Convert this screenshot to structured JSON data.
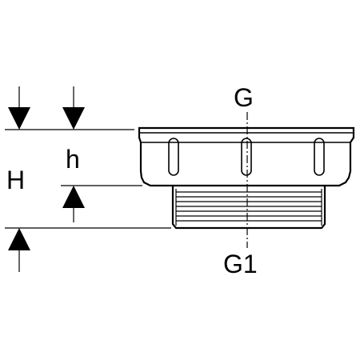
{
  "labels": {
    "top_thread": "G",
    "bottom_thread": "G1",
    "overall_height": "H",
    "partial_height": "h"
  },
  "colors": {
    "line": "#000000",
    "background": "#ffffff"
  }
}
